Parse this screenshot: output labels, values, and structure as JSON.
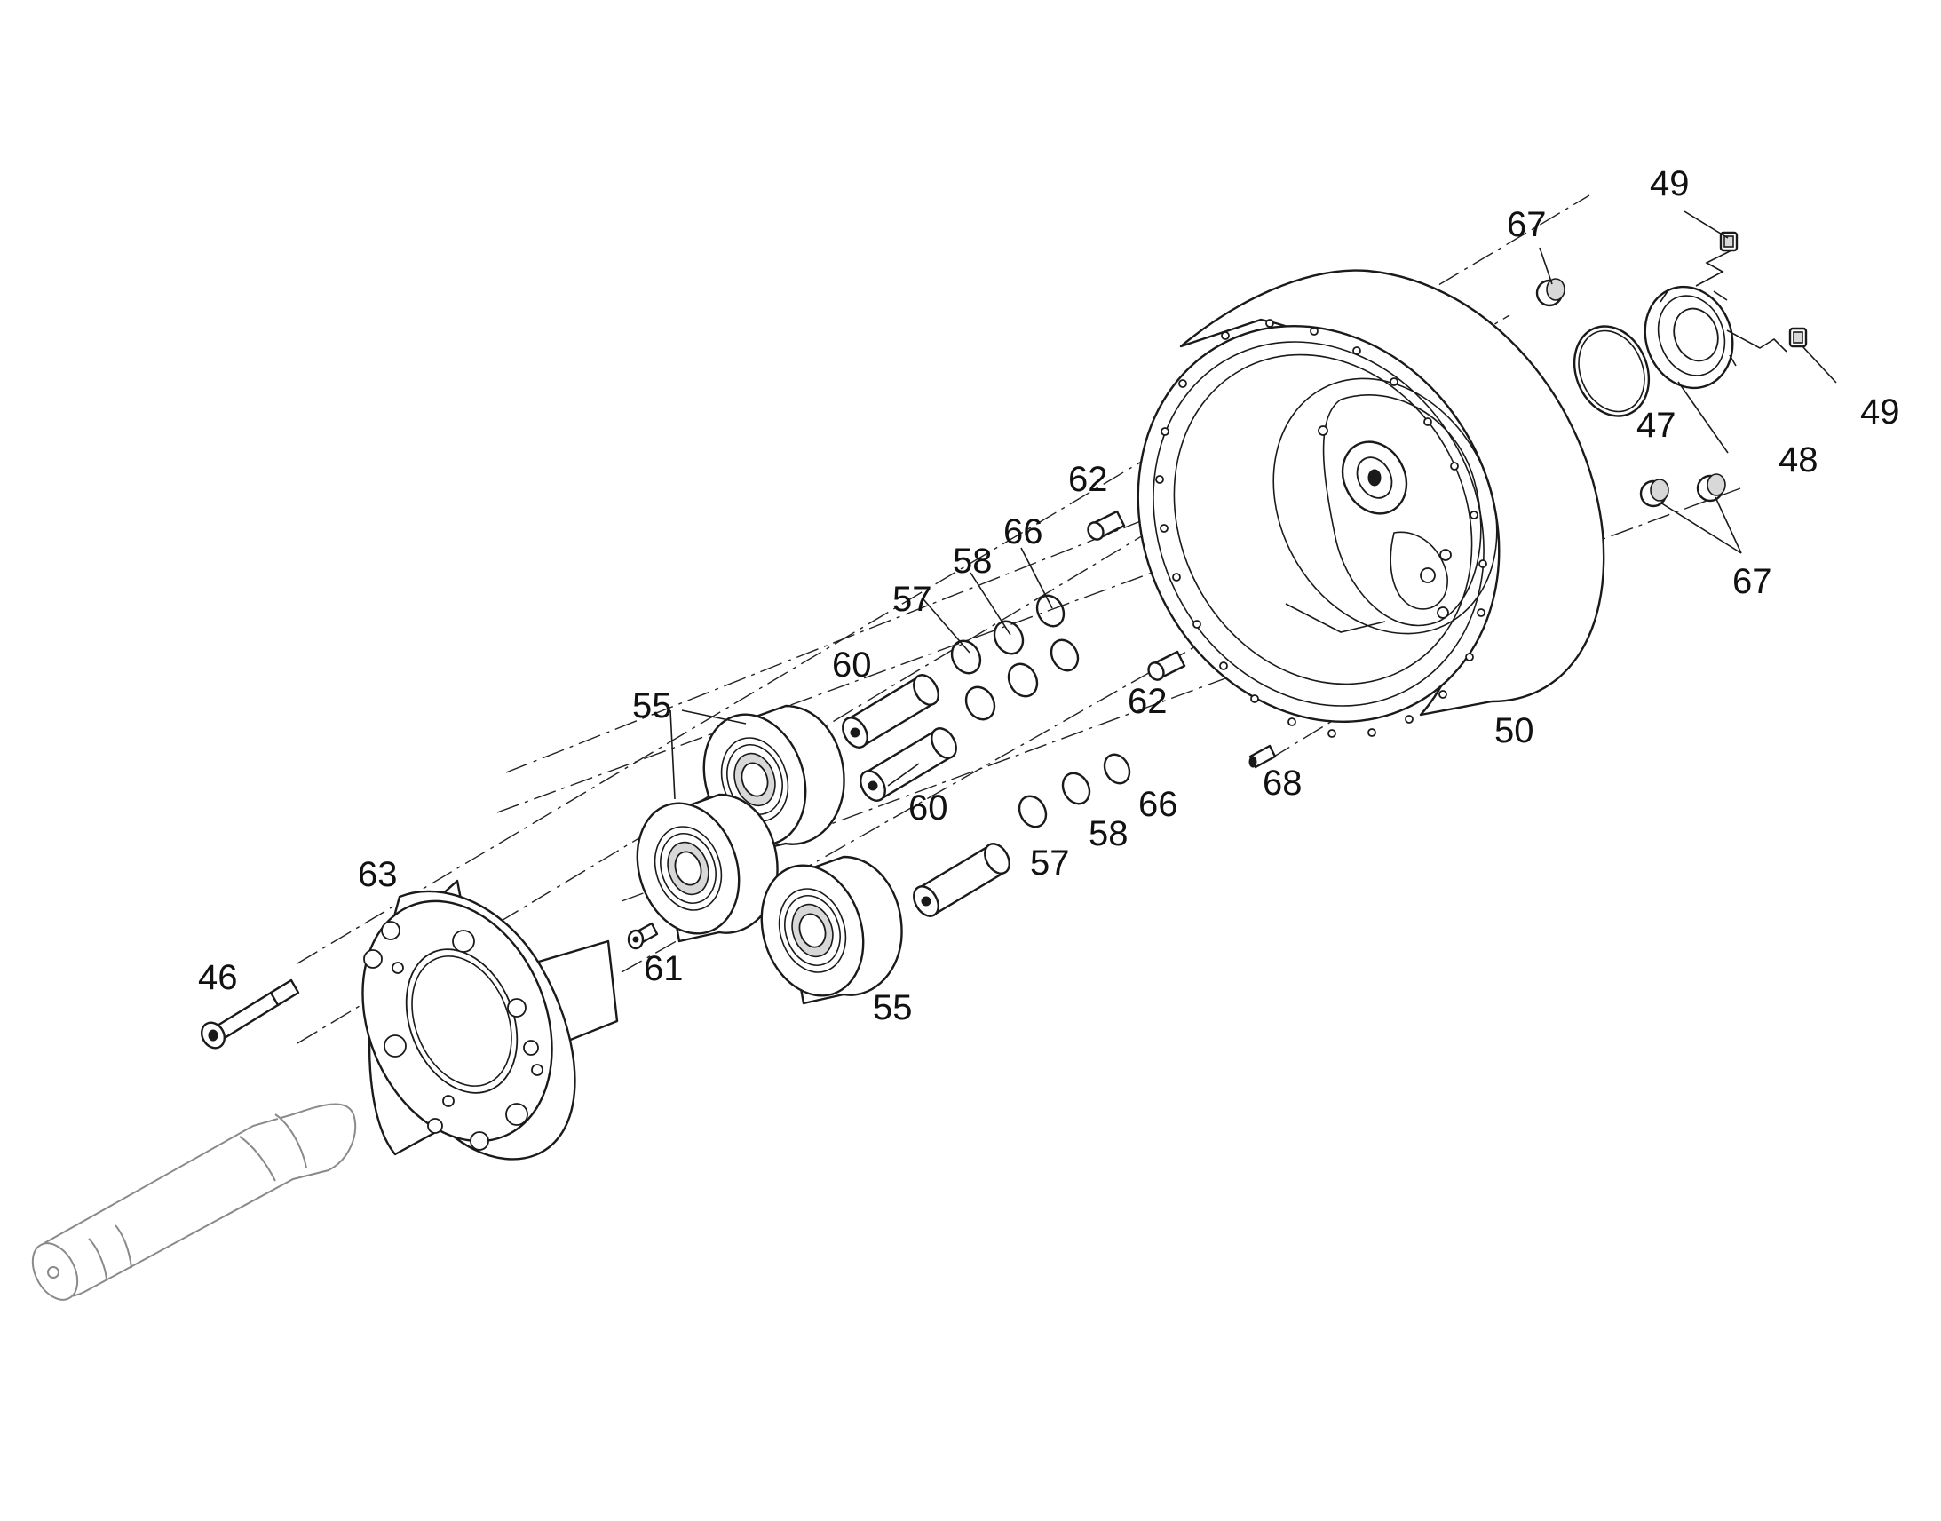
{
  "labels": {
    "l49a": "49",
    "l67a": "67",
    "l49b": "49",
    "l47": "47",
    "l48": "48",
    "l62a": "62",
    "l66a": "66",
    "l58a": "58",
    "l57a": "57",
    "l67b": "67",
    "l60a": "60",
    "l55a": "55",
    "l62b": "62",
    "l50": "50",
    "l68": "68",
    "l60b": "60",
    "l66b": "66",
    "l58b": "58",
    "l57b": "57",
    "l63": "63",
    "l46": "46",
    "l61": "61",
    "l55b": "55"
  },
  "colors": {
    "line": "#1a1a1a",
    "background": "#ffffff"
  }
}
